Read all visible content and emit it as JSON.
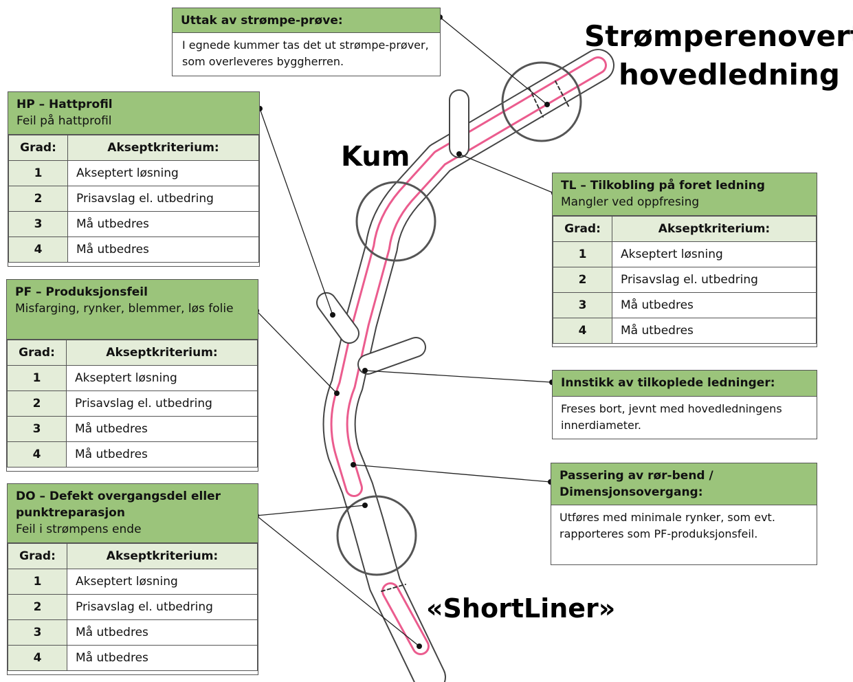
{
  "title": {
    "line1": "Strømperenovert",
    "line2": "hovedledning"
  },
  "labels": {
    "kum": "Kum",
    "shortliner": "«ShortLiner»"
  },
  "uttak": {
    "heading": "Uttak av strømpe-prøve:",
    "body": "I egnede kummer tas det ut strømpe-prøver, som overleveres byggherren."
  },
  "innstikk": {
    "heading": "Innstikk av tilkoplede ledninger:",
    "body": "Freses bort, jevnt med hovedledningens innerdiameter."
  },
  "passering": {
    "heading": "Passering av rør-bend / Dimensjonsovergang:",
    "body": "Utføres med minimale rynker, som evt. rapporteres som PF-produksjonsfeil."
  },
  "tables": {
    "hp": {
      "title": "HP – Hattprofil",
      "subtitle": "Feil på hattprofil",
      "col1": "Grad:",
      "col2": "Akseptkriterium:",
      "rows": [
        {
          "g": "1",
          "k": "Akseptert løsning"
        },
        {
          "g": "2",
          "k": "Prisavslag el. utbedring"
        },
        {
          "g": "3",
          "k": "Må utbedres"
        },
        {
          "g": "4",
          "k": "Må utbedres"
        }
      ]
    },
    "pf": {
      "title": "PF – Produksjonsfeil",
      "subtitle": "Misfarging, rynker, blemmer, løs folie",
      "col1": "Grad:",
      "col2": "Akseptkriterium:",
      "rows": [
        {
          "g": "1",
          "k": "Akseptert løsning"
        },
        {
          "g": "2",
          "k": "Prisavslag el. utbedring"
        },
        {
          "g": "3",
          "k": "Må utbedres"
        },
        {
          "g": "4",
          "k": "Må utbedres"
        }
      ]
    },
    "do": {
      "title": "DO – Defekt overgangsdel eller punktreparasjon",
      "subtitle": "Feil i strømpens ende",
      "col1": "Grad:",
      "col2": "Akseptkriterium:",
      "rows": [
        {
          "g": "1",
          "k": "Akseptert løsning"
        },
        {
          "g": "2",
          "k": "Prisavslag el. utbedring"
        },
        {
          "g": "3",
          "k": "Må utbedres"
        },
        {
          "g": "4",
          "k": "Må utbedres"
        }
      ]
    },
    "tl": {
      "title": "TL – Tilkobling på foret ledning",
      "subtitle": "Mangler ved oppfresing",
      "col1": "Grad:",
      "col2": "Akseptkriterium:",
      "rows": [
        {
          "g": "1",
          "k": "Akseptert løsning"
        },
        {
          "g": "2",
          "k": "Prisavslag el. utbedring"
        },
        {
          "g": "3",
          "k": "Må utbedres"
        },
        {
          "g": "4",
          "k": "Må utbedres"
        }
      ]
    }
  },
  "colors": {
    "header_green": "#9bc47b",
    "light_green": "#e4edd9",
    "liner_pink": "#e8407a"
  }
}
